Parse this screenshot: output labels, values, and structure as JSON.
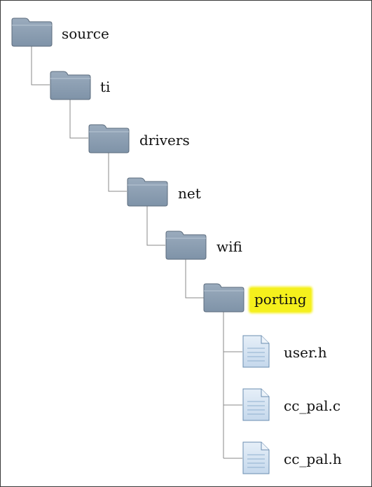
{
  "tree": {
    "folders": [
      {
        "name": "source"
      },
      {
        "name": "ti"
      },
      {
        "name": "drivers"
      },
      {
        "name": "net"
      },
      {
        "name": "wifi"
      },
      {
        "name": "porting",
        "highlighted": true
      }
    ],
    "files": [
      {
        "name": "user.h"
      },
      {
        "name": "cc_pal.c"
      },
      {
        "name": "cc_pal.h"
      }
    ],
    "icons": {
      "folder": "folder-icon",
      "file": "file-icon"
    },
    "colors": {
      "folder_fill": "#8a9cb0",
      "folder_stroke": "#5b6b7c",
      "file_fill": "#d5e4f2",
      "file_stroke": "#6a8db0",
      "highlight": "#f5f01c",
      "connector": "#888888"
    }
  }
}
